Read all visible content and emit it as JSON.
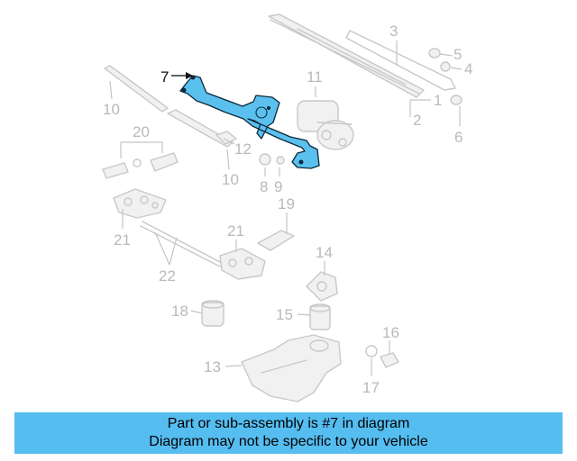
{
  "callouts": {
    "c1": "1",
    "c2": "2",
    "c3": "3",
    "c4": "4",
    "c5": "5",
    "c6": "6",
    "c7": "7",
    "c8": "8",
    "c9": "9",
    "c10a": "10",
    "c10b": "10",
    "c11": "11",
    "c12": "12",
    "c13": "13",
    "c14": "14",
    "c15": "15",
    "c16": "16",
    "c17": "17",
    "c18": "18",
    "c19": "19",
    "c20": "20",
    "c21a": "21",
    "c21b": "21",
    "c22": "22"
  },
  "highlight_color": "#5bc0ee",
  "banner": {
    "line1": "Part or sub-assembly is #7 in diagram",
    "line2": "Diagram may not be specific to your vehicle"
  }
}
